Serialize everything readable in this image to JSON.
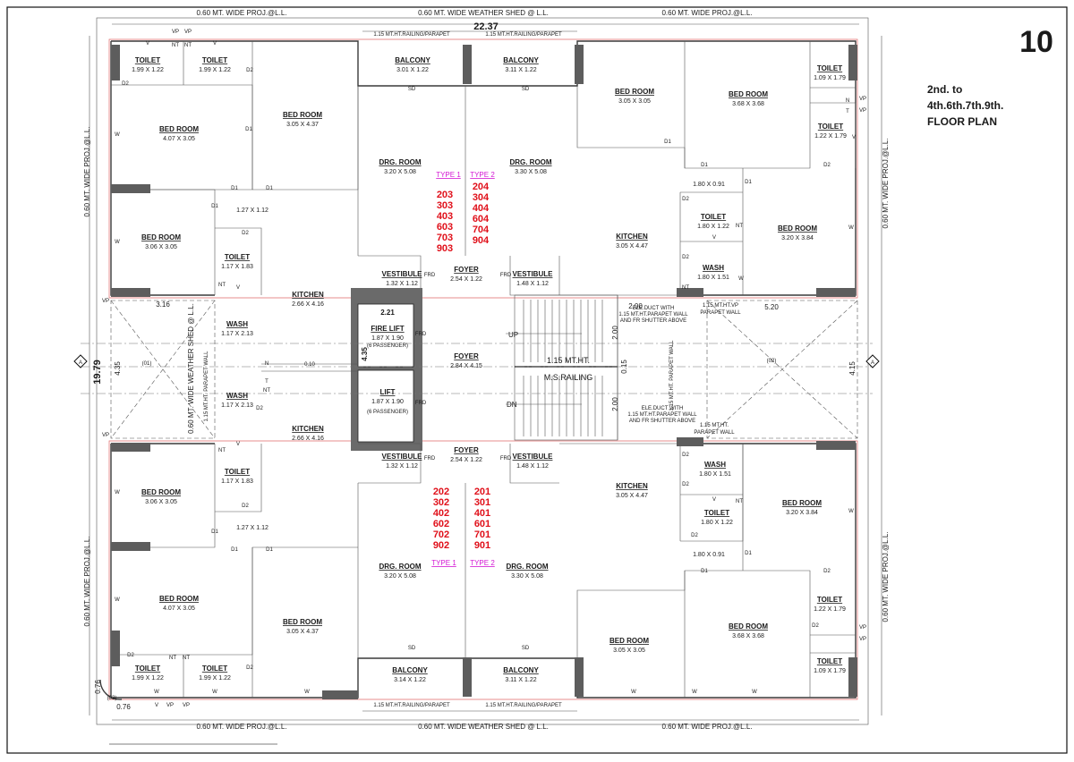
{
  "sheet": {
    "number": "10",
    "title_line1": "2nd. to",
    "title_line2": "4th.6th.7th.9th.",
    "title_line3": "FLOOR PLAN"
  },
  "dimensions": {
    "overall_width": "22.37",
    "overall_depth": "19.79",
    "left_4_35": "4.35",
    "right_4_15": "4.15",
    "left_3_16": "3.16",
    "right_5_20": "5.20",
    "lift_2_21": "2.21",
    "lift_4_35": "4.35",
    "corner_0_76": "0.76",
    "stair_2_00_a": "2.00",
    "stair_2_00_b": "2.00",
    "stair_2_00_c": "2.00",
    "stair_0_15": "0.15",
    "wall_0_10": "0.10"
  },
  "edge_labels": {
    "top_left": "0.60 MT. WIDE PROJ.@L.L.",
    "top_mid": "0.60 MT. WIDE WEATHER SHED @ L.L.",
    "top_right": "0.60 MT. WIDE PROJ.@L.L.",
    "bottom_left": "0.60 MT. WIDE PROJ.@L.L.",
    "bottom_mid": "0.60 MT. WIDE WEATHER SHED @ L.L.",
    "bottom_right": "0.60 MT. WIDE PROJ.@L.L.",
    "left_top": "0.60 MT. WIDE PROJ.@L.L.",
    "left_bottom": "0.60 MT. WIDE PROJ.@L.L.",
    "right_top": "0.60 MT. WIDE PROJ.@L.L.",
    "right_bottom": "0.60 MT. WIDE PROJ.@L.L.",
    "left_weather": "0.60 MT. WIDE WEATHER SHED @ L.L.",
    "railing": "1.15 MT.HT.RAILING/PARAPET",
    "ms_railing_1": "1.15 MT.HT.",
    "ms_railing_2": "M.S.RAILING",
    "parapet_vert": "1.15 MT.HT. PARAPET WALL",
    "parapet_vp_1": "1.15 MT.HT.VP",
    "parapet_vp_2": "PARAPET WALL",
    "parapet_b1": "1.15 MT.HT.",
    "parapet_b2": "PARAPET WALL",
    "duct_1": "ELE.DUCT WITH",
    "duct_2": "1.15 MT.HT.PARAPET WALL",
    "duct_3": "AND FR SHUTTER ABOVE",
    "void_01": "(01)",
    "void_02": "(02)",
    "void_03": "(03)",
    "up": "UP",
    "dn": "DN",
    "section_a": "A"
  },
  "rooms": [
    {
      "name": "TOILET",
      "dim": "1.99 X 1.22"
    },
    {
      "name": "TOILET",
      "dim": "1.99 X 1.22"
    },
    {
      "name": "BED ROOM",
      "dim": "4.07 X 3.05"
    },
    {
      "name": "BED ROOM",
      "dim": "3.05 X 4.37"
    },
    {
      "name": "BALCONY",
      "dim": "3.01 X 1.22"
    },
    {
      "name": "BALCONY",
      "dim": "3.11 X 1.22"
    },
    {
      "name": "BED ROOM",
      "dim": "3.05 X 3.05"
    },
    {
      "name": "BED ROOM",
      "dim": "3.68 X 3.68"
    },
    {
      "name": "TOILET",
      "dim": "1.09 X 1.79"
    },
    {
      "name": "TOILET",
      "dim": "1.22 X 1.79"
    },
    {
      "name": "DRG. ROOM",
      "dim": "3.20 X 5.08"
    },
    {
      "name": "DRG. ROOM",
      "dim": "3.30 X 5.08"
    },
    {
      "name": "BED ROOM",
      "dim": "3.06 X 3.05"
    },
    {
      "name": "TOILET",
      "dim": "1.17 X 1.83"
    },
    {
      "name": "KITCHEN",
      "dim": "2.66 X 4.16"
    },
    {
      "name": "VESTIBULE",
      "dim": "1.32 X 1.12"
    },
    {
      "name": "FOYER",
      "dim": "2.54 X 1.22"
    },
    {
      "name": "VESTIBULE",
      "dim": "1.48 X 1.12"
    },
    {
      "name": "KITCHEN",
      "dim": "3.05 X 4.47"
    },
    {
      "name": "TOILET",
      "dim": "1.80 X 1.22"
    },
    {
      "name": "WASH",
      "dim": "1.80 X 1.51"
    },
    {
      "name": "BED ROOM",
      "dim": "3.20 X 3.84"
    },
    {
      "name": "FIRE LIFT",
      "dim": "1.87 X 1.90"
    },
    {
      "name": "LIFT",
      "dim": "1.87 X 1.90"
    },
    {
      "name": "FOYER",
      "dim": "2.84 X 4.15"
    },
    {
      "name": "WASH",
      "dim": "1.17 X 2.13"
    },
    {
      "name": "WASH",
      "dim": "1.17 X 2.13"
    },
    {
      "name": "KITCHEN",
      "dim": "2.66 X 4.16"
    },
    {
      "name": "VESTIBULE",
      "dim": "1.32 X 1.12"
    },
    {
      "name": "FOYER",
      "dim": "2.54 X 1.22"
    },
    {
      "name": "VESTIBULE",
      "dim": "1.48 X 1.12"
    },
    {
      "name": "WASH",
      "dim": "1.80 X 1.51"
    },
    {
      "name": "KITCHEN",
      "dim": "3.05 X 4.47"
    },
    {
      "name": "BED ROOM",
      "dim": "3.06 X 3.05"
    },
    {
      "name": "TOILET",
      "dim": "1.17 X 1.83"
    },
    {
      "name": "TOILET",
      "dim": "1.80 X 1.22"
    },
    {
      "name": "BED ROOM",
      "dim": "3.20 X 3.84"
    },
    {
      "name": "DRG. ROOM",
      "dim": "3.20 X 5.08"
    },
    {
      "name": "DRG. ROOM",
      "dim": "3.30 X 5.08"
    },
    {
      "name": "BED ROOM",
      "dim": "4.07 X 3.05"
    },
    {
      "name": "BED ROOM",
      "dim": "3.05 X 4.37"
    },
    {
      "name": "BED ROOM",
      "dim": "3.05 X 3.05"
    },
    {
      "name": "BED ROOM",
      "dim": "3.68 X 3.68"
    },
    {
      "name": "TOILET",
      "dim": "1.22 X 1.79"
    },
    {
      "name": "TOILET",
      "dim": "1.99 X 1.22"
    },
    {
      "name": "TOILET",
      "dim": "1.99 X 1.22"
    },
    {
      "name": "BALCONY",
      "dim": "3.14 X 1.22"
    },
    {
      "name": "BALCONY",
      "dim": "3.11 X 1.22"
    },
    {
      "name": "TOILET",
      "dim": "1.09 X 1.79"
    }
  ],
  "small_dims": {
    "passage_1_27_a": "1.27 X 1.12",
    "passage_1_27_b": "1.27 X 1.12",
    "passage_1_80_a": "1.80 X 0.91",
    "passage_1_80_b": "1.80 X 0.91",
    "passenger": "(6 PASSENGER)"
  },
  "units": {
    "type1_label": "TYPE 1",
    "type2_label": "TYPE 2",
    "top_type1": [
      "203",
      "303",
      "403",
      "603",
      "703",
      "903"
    ],
    "top_type2": [
      "204",
      "304",
      "404",
      "604",
      "704",
      "904"
    ],
    "bottom_type1": [
      "202",
      "302",
      "402",
      "602",
      "702",
      "902"
    ],
    "bottom_type2": [
      "201",
      "301",
      "401",
      "601",
      "701",
      "901"
    ]
  },
  "tags": {
    "V": "V",
    "W": "W",
    "D1": "D1",
    "D2": "D2",
    "VP": "VP",
    "NT": "NT",
    "N": "N",
    "T": "T",
    "SD": "SD",
    "FRD": "FRD"
  }
}
